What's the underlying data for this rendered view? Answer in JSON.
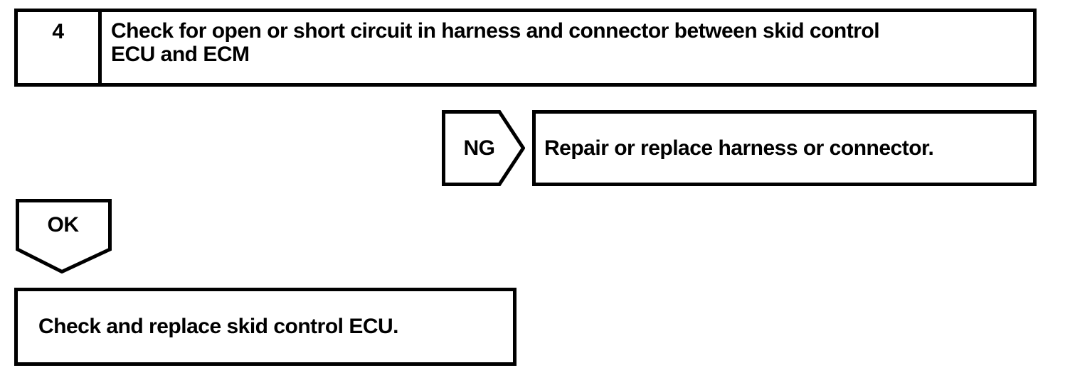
{
  "colors": {
    "background": "#ffffff",
    "ink": "#000000"
  },
  "step": {
    "number": "4",
    "title_lines": [
      "Check for open or short circuit in harness and connector between skid control",
      "ECU and ECM"
    ]
  },
  "ng_branch": {
    "label": "NG",
    "result": "Repair or replace harness or connector."
  },
  "ok_branch": {
    "label": "OK",
    "result": "Check and replace skid control ECU."
  }
}
